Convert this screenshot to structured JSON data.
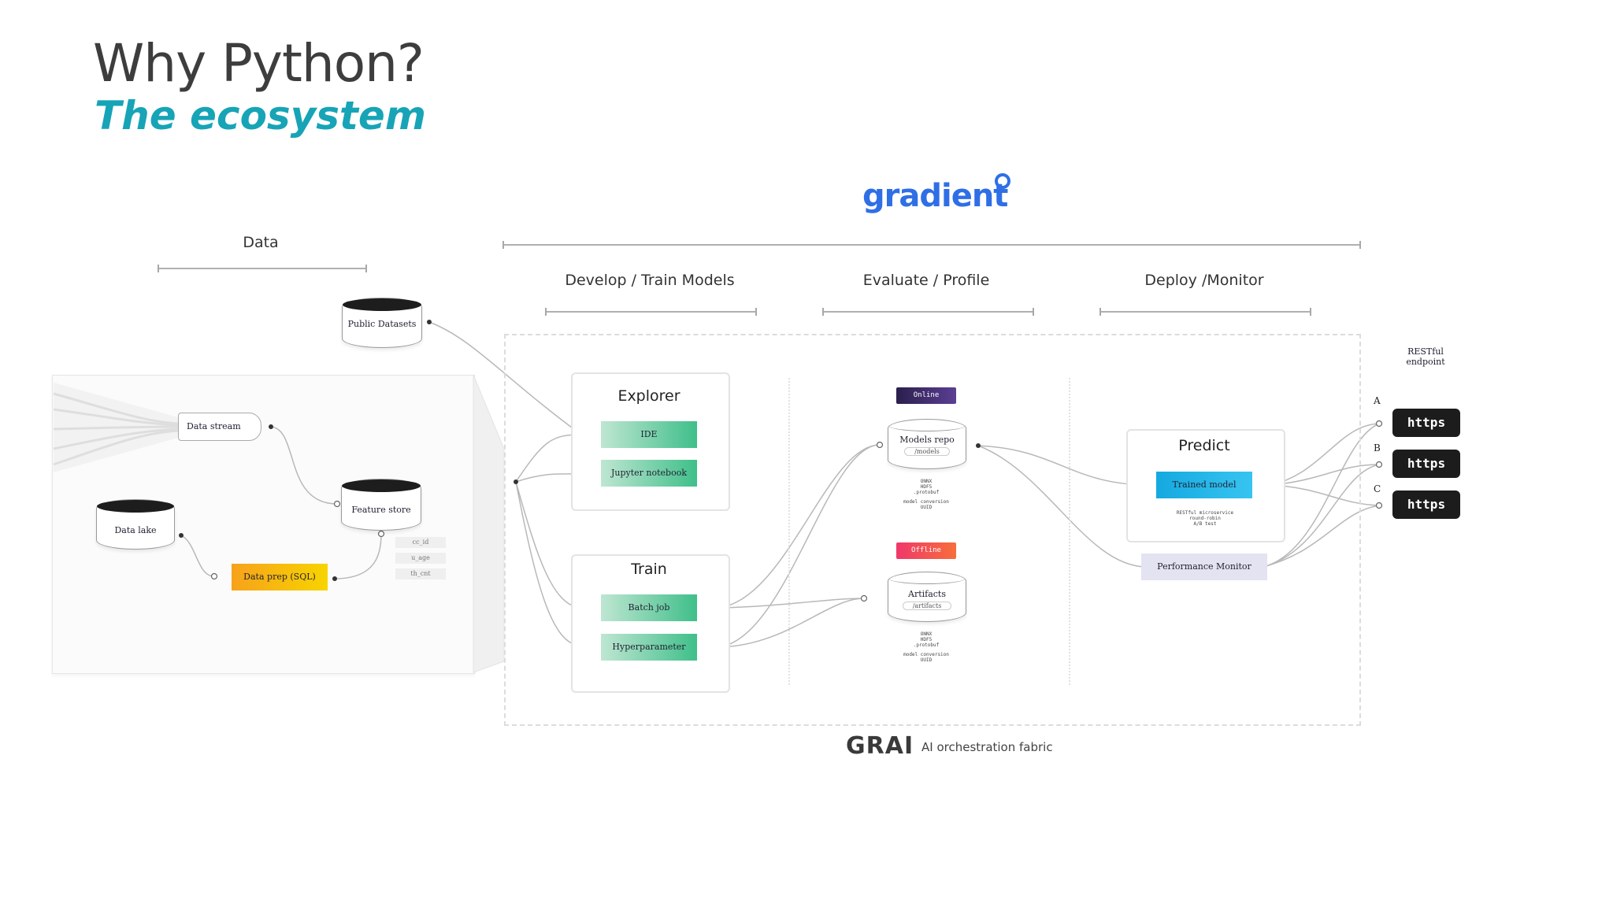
{
  "slide": {
    "title": "Why Python?",
    "subtitle": "The ecosystem"
  },
  "diagram": {
    "brand_logo": "gradient",
    "footer_logo": "GRAI",
    "footer_tagline": "AI orchestration fabric",
    "sections": {
      "data": "Data",
      "develop": "Develop / Train Models",
      "evaluate": "Evaluate / Profile",
      "deploy": "Deploy /Monitor"
    },
    "data_panel": {
      "public_datasets": "Public Datasets",
      "data_stream": "Data stream",
      "feature_store": "Feature store",
      "data_lake": "Data lake",
      "data_prep": "Data prep (SQL)",
      "feature_fields": [
        "cc_id",
        "u_age",
        "th_cnt"
      ]
    },
    "explorer": {
      "title": "Explorer",
      "nodes": [
        "IDE",
        "Jupyter notebook"
      ]
    },
    "train": {
      "title": "Train",
      "nodes": [
        "Batch job",
        "Hyperparameter"
      ]
    },
    "evaluate": {
      "online_tag": "Online",
      "models_repo": "Models repo",
      "models_path": "/models",
      "models_formats": [
        "ONNX",
        "HDF5",
        ".protobuf",
        "",
        "model conversion",
        "UUID"
      ],
      "offline_tag": "Offline",
      "artifacts": "Artifacts",
      "artifacts_path": "/artifacts",
      "artifacts_formats": [
        "ONNX",
        "HDF5",
        ".protobuf",
        "",
        "model conversion",
        "UUID"
      ]
    },
    "predict": {
      "title": "Predict",
      "trained_model": "Trained model",
      "notes": [
        "RESTful microservice",
        "round-robin",
        "A/B test"
      ],
      "performance_monitor": "Performance Monitor"
    },
    "endpoints": {
      "label": "RESTful endpoint",
      "items": [
        {
          "letter": "A",
          "text": "https"
        },
        {
          "letter": "B",
          "text": "https"
        },
        {
          "letter": "C",
          "text": "https"
        }
      ]
    },
    "colors": {
      "accent": "#17a4b7",
      "brand": "#2f6fe6",
      "online_tag": "#3c2a6e",
      "offline_tag": "#f0386b",
      "data_prep": "#f7b500",
      "trained_model": "#1ab0e8",
      "green_node": "#3fbf8a"
    },
    "icons": [
      "search-icon"
    ]
  }
}
